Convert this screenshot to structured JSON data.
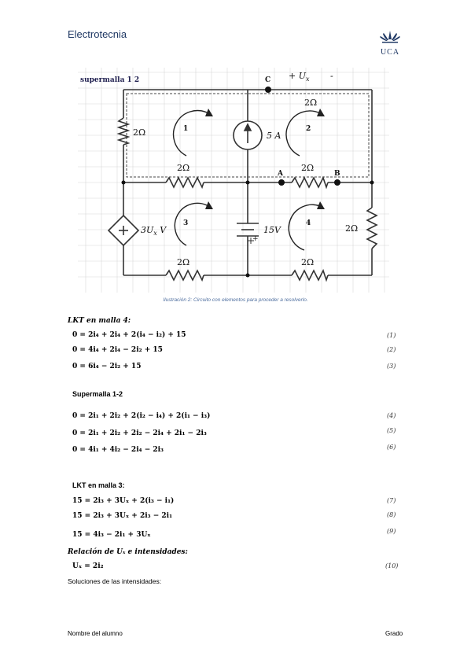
{
  "header": {
    "title": "Electrotecnia",
    "logo_text": "UCA"
  },
  "figure": {
    "supermesh_label": "supermalla 1    2",
    "node_c": "C",
    "node_a": "A",
    "node_b": "B",
    "ux_label": "+  U",
    "ux_sub": "x",
    "ux_minus": "-",
    "r_top": "2Ω",
    "r_left": "2Ω",
    "r_mid_left": "2Ω",
    "r_mid_right": "2Ω",
    "r_right": "2Ω",
    "r_bottom_left": "2Ω",
    "r_bottom_right": "2Ω",
    "current_source": "5 A",
    "dep_source_pre": "3U",
    "dep_source_sub": "x",
    "dep_source_post": " V",
    "voltage_source": "15V",
    "mesh1": "1",
    "mesh2": "2",
    "mesh3": "3",
    "mesh4": "4"
  },
  "caption": "Ilustración 2: Circuito con elementos para proceder a resolverlo.",
  "section1": {
    "heading": "LKT en malla 4:",
    "equations": [
      {
        "text": "0 = 2i₄ + 2i₄ + 2(i₄ − i₂) + 15",
        "num": "(1)"
      },
      {
        "text": "0 = 4i₄ + 2i₄ − 2i₂ + 15",
        "num": "(2)"
      },
      {
        "text": "0 = 6i₄ − 2i₂ + 15",
        "num": "(3)"
      }
    ]
  },
  "section2": {
    "heading": "Supermalla 1-2",
    "equations": [
      {
        "text": "0 = 2i₁ + 2i₂ + 2(i₂ − i₄) + 2(i₁ − i₃)",
        "num": "(4)"
      },
      {
        "text": "0 = 2i₁ + 2i₂ + 2i₂ − 2i₄ + 2i₁ − 2i₃",
        "num": "(5)"
      },
      {
        "text": "0 = 4i₁ + 4i₂ − 2i₄ − 2i₃",
        "num": "(6)"
      }
    ]
  },
  "section3": {
    "heading": "LKT en malla 3:",
    "equations": [
      {
        "text": "15 = 2i₃ + 3Uₓ + 2(i₃ − i₁)",
        "num": "(7)"
      },
      {
        "text": "15 = 2i₃ + 3Uₓ + 2i₃ − 2i₁",
        "num": "(8)"
      },
      {
        "text": "15 = 4i₃ − 2i₁ + 3Uₓ",
        "num": "(9)"
      }
    ]
  },
  "section4": {
    "heading": "Relación de Uₓ e intensidades:",
    "equations": [
      {
        "text": "Uₓ = 2i₂",
        "num": "(10)"
      }
    ]
  },
  "solutions_heading": "Soluciones de las intensidades:",
  "footer": {
    "left": "Nombre del alumno",
    "right": "Grado"
  },
  "colors": {
    "header": "#1f3864",
    "caption": "#4f6f9f"
  }
}
